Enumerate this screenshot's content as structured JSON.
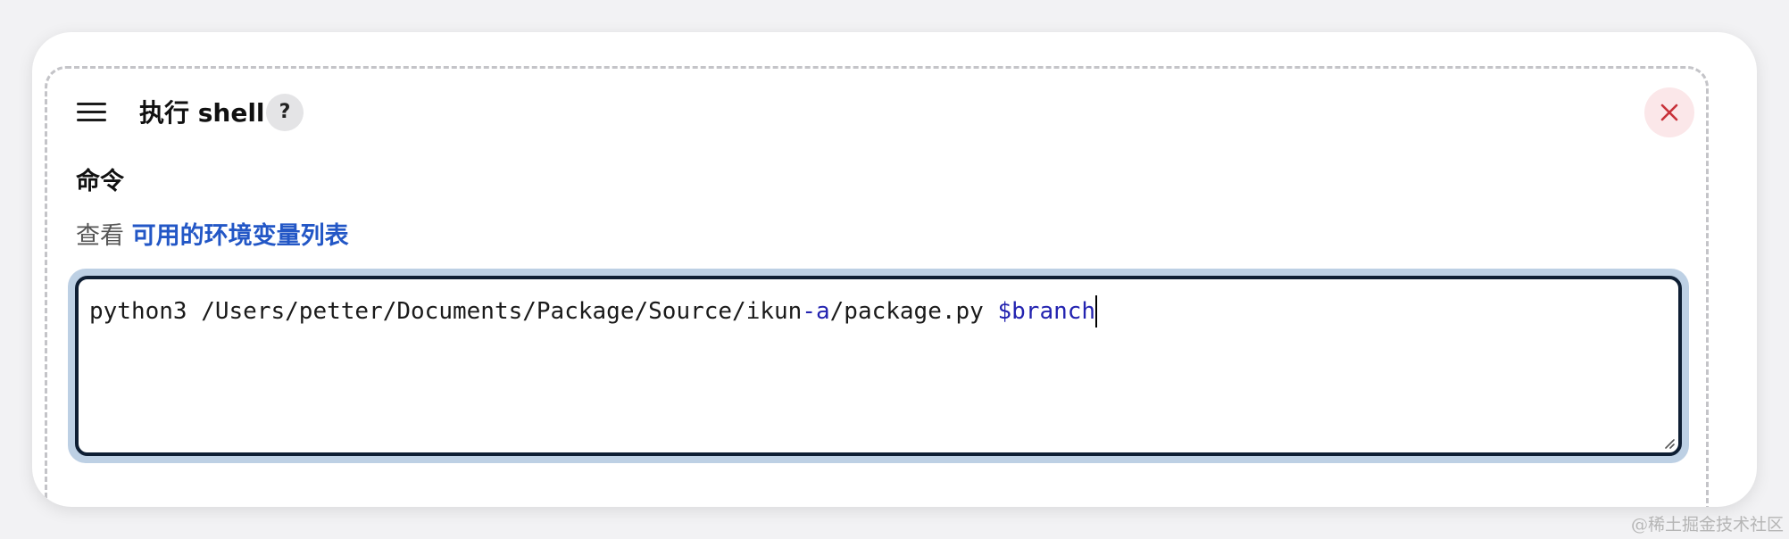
{
  "step": {
    "title": "执行 shell",
    "help_label": "?"
  },
  "command": {
    "label": "命令",
    "help_prefix": "查看",
    "help_link": "可用的环境变量列表",
    "code_before": "python3 /Users/petter/Documents/Package/Source/ikun",
    "code_dash": "-a",
    "code_path_end": "/package.py ",
    "code_variable": "$branch"
  },
  "watermark": "@稀土掘金技术社区",
  "colors": {
    "link": "#2357c6",
    "variable": "#2323b0",
    "close": "#c8323a",
    "close_bg": "#fbe7e9",
    "focus_ring": "#bdd0e4"
  },
  "icons": {
    "menu": "hamburger-icon",
    "close": "close-icon",
    "resize": "resize-grip-icon"
  }
}
